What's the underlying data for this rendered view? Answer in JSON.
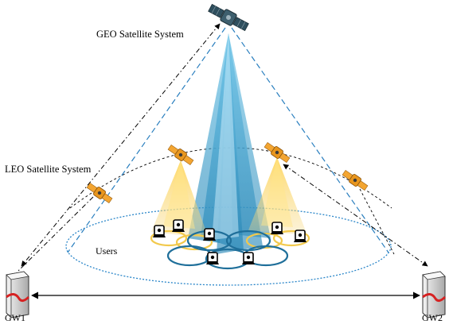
{
  "labels": {
    "geo_system": "GEO Satellite System",
    "leo_system": "LEO Satellite System",
    "users": "Users",
    "gateway_1": "GW1",
    "gateway_2": "GW2"
  },
  "colors": {
    "geo_beam": "#3a9fc8",
    "leo_beam": "#f2c94c",
    "geo_footprint": "#1f6f9a",
    "leo_footprint": "#f2c94c",
    "coverage_dotted": "#2a86c9",
    "geo_link_dashed": "#2a7fbf",
    "gateway_body": "#d9d9d9",
    "gateway_stripe": "#d62222",
    "satellite_body": "#f3a531",
    "geo_satellite_body": "#2f4f5e"
  },
  "icons": {
    "geo_satellite": "satellite-icon",
    "leo_satellite": "satellite-icon",
    "user_terminal": "user-terminal-icon",
    "gateway": "server-icon"
  }
}
